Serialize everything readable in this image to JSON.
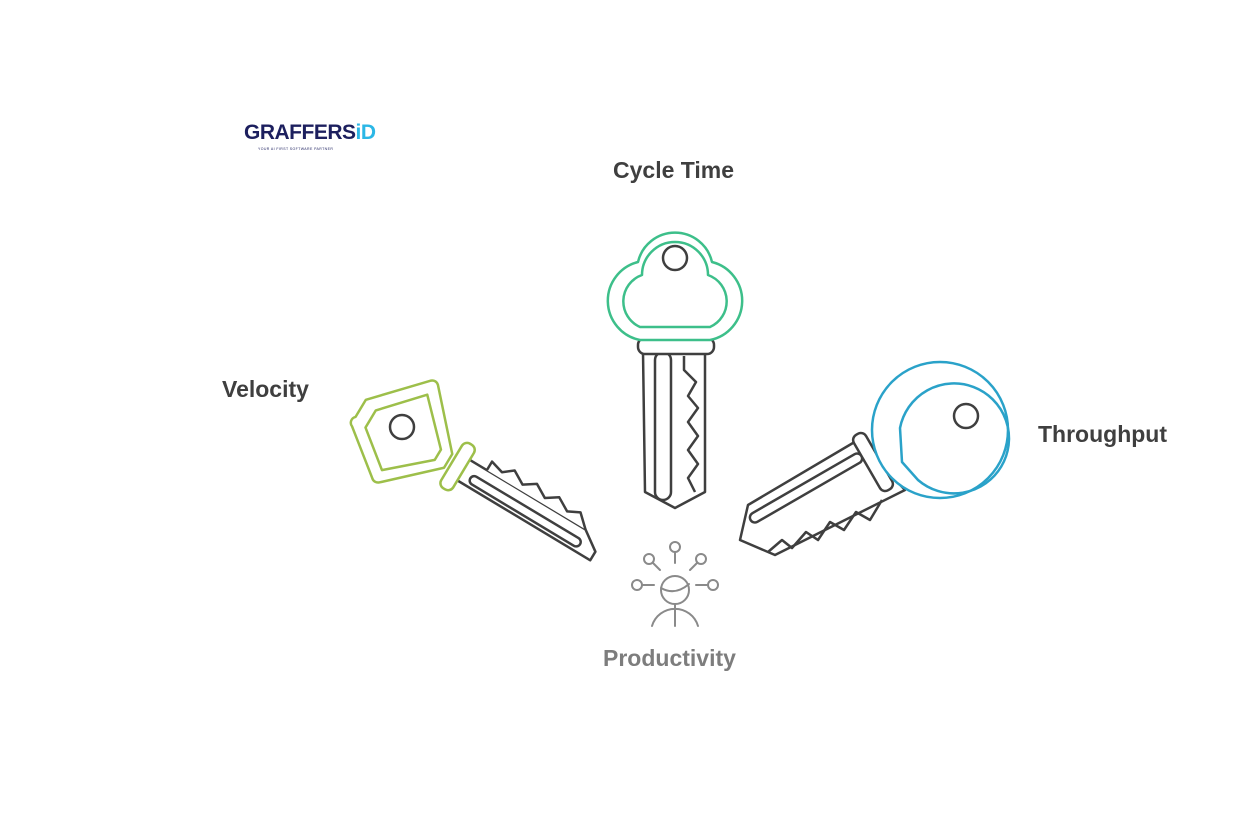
{
  "logo": {
    "main": "GRAFFERS",
    "accent": "iD",
    "tagline": "YOUR AI FIRST SOFTWARE PARTNER"
  },
  "keys": [
    {
      "label": "Cycle Time",
      "color": "#3dbf8a"
    },
    {
      "label": "Velocity",
      "color": "#9dbf4a"
    },
    {
      "label": "Throughput",
      "color": "#2aa2c9"
    }
  ],
  "center": {
    "label": "Productivity",
    "icon": "productivity-person-icon"
  },
  "colors": {
    "outline": "#3f3f3f",
    "center_icon": "#8a8a8a"
  }
}
